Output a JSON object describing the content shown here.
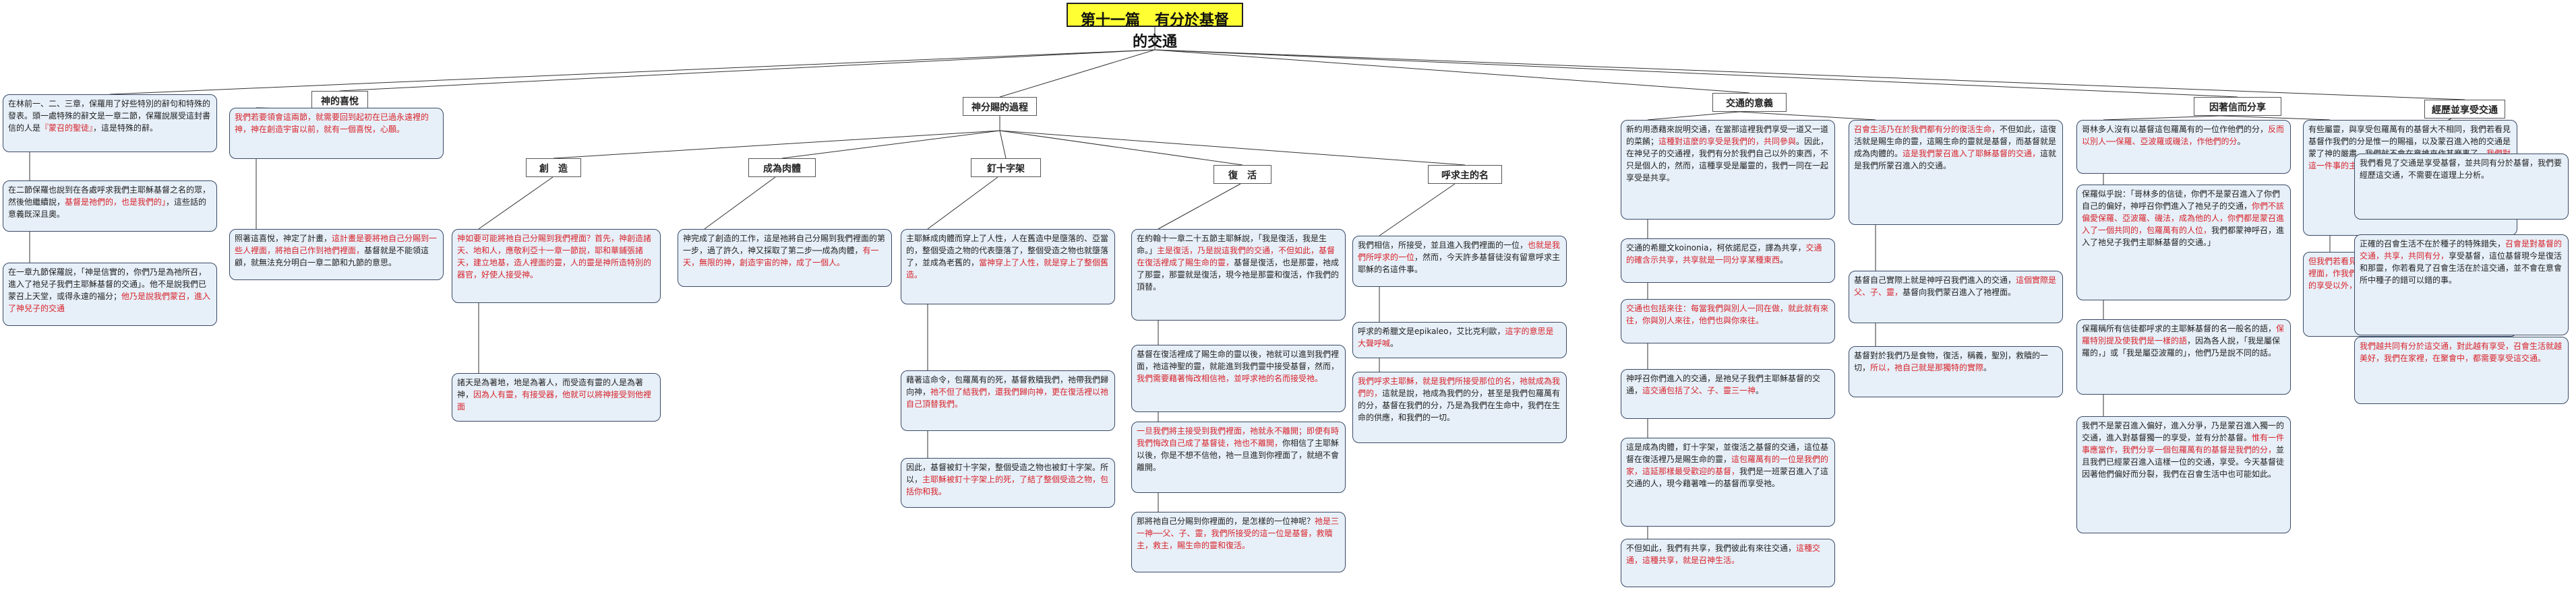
{
  "root": {
    "title": "第十一篇　有分於基督的交通"
  },
  "topics": {
    "enjoy_god": "神的喜悅",
    "process": "神分賜的過程",
    "meaning": "交通的意義",
    "share_by_faith": "因著信而分享",
    "examples": "經歷並享受交通",
    "creation": "創　造",
    "incarnation": "成為肉體",
    "cross": "釘十字架",
    "resurrection": "復　活",
    "calling": "呼求主的名"
  },
  "texts": {
    "intro": [
      {
        "t": "在林前一、二、三章，保羅用了好些特別的辭句和特殊的發表。頭一處特殊的辭文是一章二節，保羅說展受這封書信的人是",
        "red": false
      },
      {
        "t": "『蒙召的聖徒』",
        "red": true
      },
      {
        "t": "，這是特殊的辭。",
        "red": false
      }
    ],
    "intro2": [
      {
        "t": "在二節保羅也說到在各處呼求我們主耶穌基督之名的眾，然後他繼續說，",
        "red": false
      },
      {
        "t": "基督是祂們的，也是我們的」",
        "red": true
      },
      {
        "t": "，這些話的意義既深且奧。",
        "red": false
      }
    ],
    "intro3": [
      {
        "t": "在一章九節保羅說，「神是信實的，你們乃是為祂所召，進入了祂兒子我們主耶穌基督的交通」。",
        "red": false
      },
      {
        "t": "他不是說我們已蒙召上天堂，或得永遠的福分；",
        "red": false
      },
      {
        "t": "他乃是說我們蒙召，進入了神兒子的交通",
        "red": true
      }
    ],
    "enjoy1": [
      {
        "t": "我們若要領會這兩節，就需要回到起初在已過永遠裡的神，神在創造宇宙以前，就有一個喜悅，心願。",
        "red": true
      }
    ],
    "enjoy2": [
      {
        "t": "照著這喜悅，神定了計畫，",
        "red": false
      },
      {
        "t": "這計畫是要將祂自己分賜到一些人裡面，將祂自己作到祂們裡面，",
        "red": true
      },
      {
        "t": "基督就是不能領這顧，就無法充分明白一章二節和九節的意思。",
        "red": false
      }
    ],
    "creation1": [
      {
        "t": "神如要可能將祂自己分賜到我們裡面？首先，神創造諸天、地和人，應敬利亞十一章一節說，耶和華鋪張諸天，建立地基，造人裡面的靈，人的靈是神所造特別的器官，好使人接受神。",
        "red": true
      }
    ],
    "creation2": [
      {
        "t": "諸天是為著地，地是為著人，而受造有靈的人是為著神，",
        "red": false
      },
      {
        "t": "因為人有靈，有接受器，他就可以將神接受到他裡面",
        "red": true
      }
    ],
    "incarnation1": [
      {
        "t": "神完成了創造的工作，這是祂將自己分賜到我們裡面的第一步，過了許久，神又採取了第二步──成為肉體，",
        "red": false
      },
      {
        "t": "有一天，無限的神，創造宇宙的神，成了一個人。",
        "red": true
      }
    ],
    "cross1": [
      {
        "t": "主耶穌成肉體而穿上了人性，人在舊造中是墮落的、亞當的，整個受造之物的代表墮落了，整個受造之物也就墮落了，並成為老舊的，",
        "red": false
      },
      {
        "t": "當神穿上了人性，就是穿上了整個舊造。",
        "red": true
      }
    ],
    "cross2": [
      {
        "t": "藉著這命令，包羅萬有的死，基督救贖我們，祂帶我們歸向神，",
        "red": false
      },
      {
        "t": "祂不但了結我們，還我們歸向神，更在復活裡以祂自己頂替我們。",
        "red": true
      }
    ],
    "cross3": [
      {
        "t": "因此，基督被釘十字架，整個受造之物也被釘十字架。所以，",
        "red": false
      },
      {
        "t": "主耶穌被釘十字架上的死，了結了整個受造之物，包括你和我。",
        "red": true
      }
    ],
    "res1": [
      {
        "t": "在約翰十一章二十五節主耶穌說，「我是復活，我是生命。」",
        "red": false
      },
      {
        "t": "主是復活，乃是說這我們的交通，不但如此，基督在復活裡成了賜生命的靈，",
        "red": true
      },
      {
        "t": "基督是復活，也是那靈，祂成了那靈，那靈就是復活，現今祂是那靈和復活，作我們的頂替。",
        "red": false
      }
    ],
    "res2": [
      {
        "t": "基督在復活裡成了賜生命的靈以後，祂就可以進到我們裡面，祂這神聖的靈，就能進到我們靈中接受基督，然而，",
        "red": false
      },
      {
        "t": "我們需要藉著悔改相信祂，並呼求祂的名而接受祂。",
        "red": true
      }
    ],
    "res3": [
      {
        "t": "一旦我們將主接受到我們裡面，祂就永不離開；",
        "red": true
      },
      {
        "t": "即便有時我們悔改自己成了基督徒，祂也不離開，",
        "red": true
      },
      {
        "t": "你相信了主耶穌以後，你是不想不信他，祂一旦進到你裡面了，就絕不會離開。",
        "red": false
      }
    ],
    "res4": [
      {
        "t": "那將祂自己分賜到你裡面的，是怎樣的一位神呢？",
        "red": false
      },
      {
        "t": "祂是三一神──父、子、靈，我們所接受的這一位是基督，救贖主，救主，賜生命的靈和復活。",
        "red": true
      }
    ],
    "calling1": [
      {
        "t": "我們相信，所接受，並且進入我們裡面的一位，",
        "red": false
      },
      {
        "t": "也就是我們所呼求的一位",
        "red": true
      },
      {
        "t": "，然而，今天許多基督徒沒有留意呼求主耶穌的名這件事。",
        "red": false
      }
    ],
    "calling2": [
      {
        "t": "呼求的希臘文是epikaleo，艾比克利歐，",
        "red": false
      },
      {
        "t": "這字的意思是大聲呼喊",
        "red": true
      },
      {
        "t": "。",
        "red": false
      }
    ],
    "calling3": [
      {
        "t": "我們呼求主耶穌，就是我們所接受那位的名，祂就成為我們的，",
        "red": true
      },
      {
        "t": "這就是說，祂成為我們的分，甚至是我們包羅萬有的分，基督在我們的分，乃是為我們在生命中，我們在生命的供應，和我們的一切。",
        "red": false
      }
    ],
    "meaning1": [
      {
        "t": "新約用憑藉來說明交通，在當那這裡我們享受一道又一道的菜餚；",
        "red": false
      },
      {
        "t": "這種對這麼的享受是我們的，共同參與",
        "red": true
      },
      {
        "t": "。因此，在神兒子的交通裡，我們有分於我們自己以外的東西，不只是個人的，然而，這種享受是屬靈的，我們一同在一起享受是共享。",
        "red": false
      }
    ],
    "meaning2": [
      {
        "t": "交通的希臘文koinonia，柯依諾尼亞，譯為共享，",
        "red": false
      },
      {
        "t": "交通的確含示共享，共享就是一同分享某種東西",
        "red": true
      },
      {
        "t": "。",
        "red": false
      }
    ],
    "meaning3": [
      {
        "t": "交通也包括來往：每當我們與別人一同在做，就此就有來往，你與別人來往，他們也與你來往。",
        "red": true
      }
    ],
    "meaning4": [
      {
        "t": "神呼召你們進入的交通，是祂兒子我們主耶穌基督的交通，",
        "red": false
      },
      {
        "t": "這交通包括了父、子、靈三一神",
        "red": true
      },
      {
        "t": "。",
        "red": false
      }
    ],
    "meaning5": [
      {
        "t": "這是成為肉體，釘十字架，並復活之基督的交通，這位基督在復活裡乃是賜生命的靈，",
        "red": false
      },
      {
        "t": "這包羅萬有的一位是我們的家，這延那樣最受歡迎的基督，",
        "red": true
      },
      {
        "t": "我們是一班蒙召進入了這交通的人，現今藉著唯一的基督而享受祂。",
        "red": false
      }
    ],
    "meaning6": [
      {
        "t": "不但如此，我們有共享，我們彼此有來往交通，",
        "red": false
      },
      {
        "t": "這種交通，這種共享，就是召神生活。",
        "red": true
      }
    ],
    "share1": [
      {
        "t": "召會生活乃在於我們都有分的復活生命，",
        "red": true
      },
      {
        "t": "不但如此，這復活就是賜生命的靈，這賜生命的靈就是基督，而基督就是成為肉體的。",
        "red": false
      },
      {
        "t": "這是我們蒙召進入了耶穌基督的交通，",
        "red": true
      },
      {
        "t": "這就是我們所蒙召進入的交通。",
        "red": false
      }
    ],
    "share2": [
      {
        "t": "基督自己實際上就是神呼召我們進入的交通，",
        "red": false
      },
      {
        "t": "這個實際是父、子、靈，",
        "red": true
      },
      {
        "t": "基督向我們蒙召進入了祂裡面。",
        "red": false
      }
    ],
    "share3": [
      {
        "t": "基督對於我們乃是食物，復活，稱義，聖別，救贖的一切，",
        "red": false
      },
      {
        "t": "所以，祂自己就是那獨特的實際",
        "red": true
      },
      {
        "t": "。",
        "red": false
      }
    ],
    "faith1": [
      {
        "t": "哥林多人沒有以基督這包羅萬有的一位作他們的分，",
        "red": false
      },
      {
        "t": "反而以別人──保羅、亞波羅或磯法，作他們的分",
        "red": true
      },
      {
        "t": "。",
        "red": false
      }
    ],
    "faith2": [
      {
        "t": "保羅似乎說：「哥林多的信徒，你們不是蒙召進入了你們自己的偏好，神呼召你們進入了祂兒子的交通，",
        "red": false
      },
      {
        "t": "你們不該偏愛保羅、亞波羅、磯法，成為他的人，你們都是蒙召進入了一個共同的，包羅萬有的人位，",
        "red": true
      },
      {
        "t": "我們都蒙神呼召，進入了祂兒子我們主耶穌基督的交通。」",
        "red": false
      }
    ],
    "faith3": [
      {
        "t": "保羅稱所有信徒都呼求的主耶穌基督的名一般名的語，",
        "red": false
      },
      {
        "t": "保羅特別提及使我們是一樣的語",
        "red": true
      },
      {
        "t": "，因為各人說，「我是屬保羅的，」或「我是屬亞波羅的」，他們乃是說不同的話。",
        "red": false
      }
    ],
    "faith4": [
      {
        "t": "我們不是蒙召進入偏好，進入分爭，乃是蒙召進入獨一的交通，進入對基督獨一的享受，並有分於基督。",
        "red": false
      },
      {
        "t": "惟有一件事應當作，我們分享一個包羅萬有的基督是我們的分，",
        "red": true
      },
      {
        "t": "並且我們已經蒙召進入這樣一位的交通，享受。今天基督徒因著他們偏好而分裂，我們在召會生活中也可能如此。",
        "red": false
      }
    ],
    "faith5": [
      {
        "t": "有些屬靈，與享受包羅萬有的基督大不相同，我們若看見基督作我們的分是惟一的賜福，以及蒙召進入祂的交通是蒙了神的嚴肅，我們就不會在意誰來作甚麼事了，",
        "red": false
      },
      {
        "t": "我們對這一件事的主張是共同的基督是我們的分",
        "red": true
      },
      {
        "t": "。",
        "red": false
      }
    ],
    "faith6": [
      {
        "t": "但我們若看見了神的喜悅乃是將包羅萬有的基督作到我們裡面，作我們的分，並我們享受，我們在基督和對祂交通的享受以外，就不會在意任何事物。",
        "red": true
      }
    ],
    "exp1": [
      {
        "t": "我們看見了交通是享受基督，並共同有分於基督，我們要經歷這交通，不需要在道理上分析。",
        "red": false
      }
    ],
    "exp2": [
      {
        "t": "正確的召會生活不在於種子的特殊錯失，",
        "red": false
      },
      {
        "t": "召會是對基督的交通，共享，共同有分，",
        "red": true
      },
      {
        "t": "享受基督，這位基督現今是復活和那靈，你若看見了召會生活在於這交通，並不會在意會所中種子的錯可以錯的事。",
        "red": false
      }
    ],
    "exp3": [
      {
        "t": "我們越共同有分於這交通，對此越有享受，召會生活就越美好，我們在家裡，在聚會中，都需要享受這交通。",
        "red": true
      }
    ]
  }
}
